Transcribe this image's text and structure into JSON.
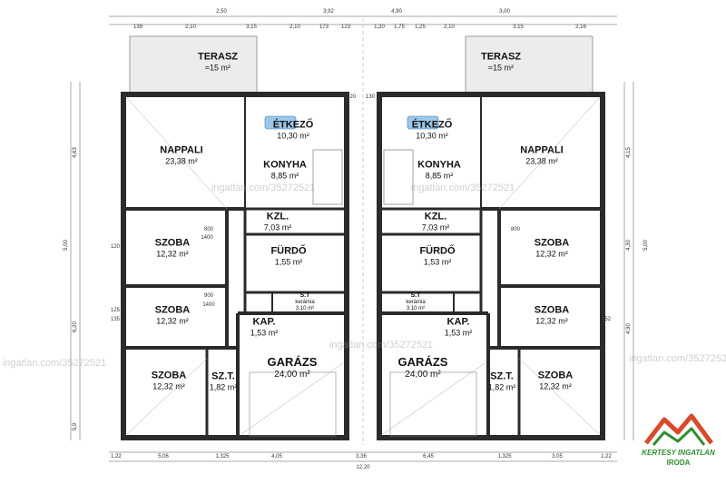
{
  "rooms": {
    "terasz_l": {
      "name": "TERASZ",
      "area": "≈15 m²"
    },
    "terasz_r": {
      "name": "TERASZ",
      "area": "≈15 m²"
    },
    "etkezo_l": {
      "name": "ÉTKEZŐ",
      "area": "10,30 m²"
    },
    "etkezo_r": {
      "name": "ÉTKEZŐ",
      "area": "10,30 m²"
    },
    "nappali_l": {
      "name": "NAPPALI",
      "area": "23,38 m²"
    },
    "nappali_r": {
      "name": "NAPPALI",
      "area": "23,38 m²"
    },
    "konyha_l": {
      "name": "KONYHA",
      "area": "8,85 m²"
    },
    "konyha_r": {
      "name": "KONYHA",
      "area": "8,85 m²"
    },
    "kzl_l": {
      "name": "KZL.",
      "area": "7,03 m²"
    },
    "kzl_r": {
      "name": "KZL.",
      "area": "7,03 m²"
    },
    "furdo_l": {
      "name": "FÜRDŐ",
      "area": "1,55 m²"
    },
    "furdo_r": {
      "name": "FÜRDŐ",
      "area": "1,53 m²"
    },
    "st_l": {
      "name": "S.T",
      "sub": "kerámia",
      "area": "3,10 m²"
    },
    "st_r": {
      "name": "S.T",
      "sub": "kerámia",
      "area": "3,10 m²"
    },
    "kap_l": {
      "name": "KAP.",
      "area": "1,53 m²"
    },
    "kap_r": {
      "name": "KAP.",
      "area": "1,53 m²"
    },
    "szoba1_l": {
      "name": "SZOBA",
      "area": "12,32 m²"
    },
    "szoba2_l": {
      "name": "SZOBA",
      "area": "12,32 m²"
    },
    "szoba3_l": {
      "name": "SZOBA",
      "area": "12,32 m²"
    },
    "szoba1_r": {
      "name": "SZOBA",
      "area": "12,32 m²"
    },
    "szoba2_r": {
      "name": "SZOBA",
      "area": "12,32 m²"
    },
    "szoba3_r": {
      "name": "SZOBA",
      "area": "12,32 m²"
    },
    "szt_l": {
      "name": "SZ.T.",
      "area": "1,82 m²"
    },
    "szt_r": {
      "name": "SZ.T.",
      "area": "1,82 m²"
    },
    "garazs_l": {
      "name": "GARÁZS",
      "area": "24,00 m²"
    },
    "garazs_r": {
      "name": "GARÁZS",
      "area": "24,00 m²"
    }
  },
  "dims": {
    "top1": [
      "2,50",
      "3,92",
      "4,90",
      "3,00"
    ],
    "top2": [
      "139",
      "2,10",
      "3,15",
      "2,10",
      "173",
      "123",
      "1,20",
      "1,75",
      "1,25",
      "2,10",
      "3,15",
      "2,16"
    ],
    "bottom1": [
      "1,22",
      "5,06",
      "1,325",
      "4,05",
      "3,36",
      "6,45",
      "1,325",
      "3,05",
      "1,22"
    ],
    "total": "12,20",
    "left": [
      "4,63",
      "5,00",
      "6,20",
      "5,9"
    ],
    "right": [
      "4,15",
      "4,30",
      "5,00",
      "4,90"
    ],
    "inner": [
      "120",
      "130",
      "800",
      "1400",
      "900",
      "1400",
      "120",
      "125",
      "135",
      "152"
    ],
    "door": "800"
  },
  "watermark": "ingatlan.com/35272521",
  "logo": {
    "line1": "KERTESY INGATLAN",
    "line2": "IRODA"
  },
  "colors": {
    "wall": "#2b2b2b",
    "room": "#ffffff",
    "terrace": "#e9e9e9",
    "logo": "#2d8f2d",
    "roof": "#d94a2a"
  }
}
